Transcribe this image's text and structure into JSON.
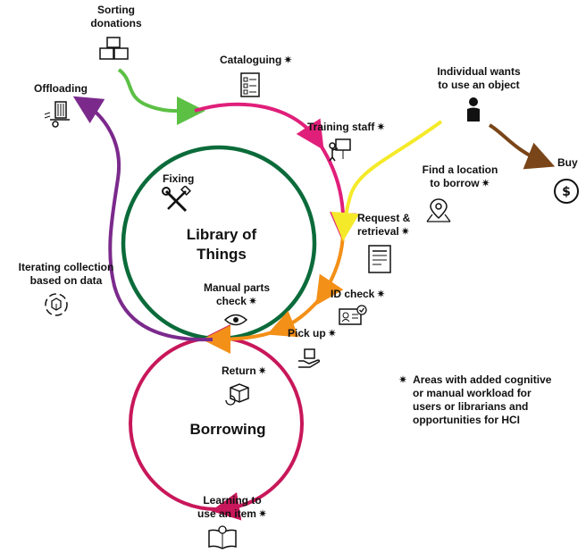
{
  "center_labels": {
    "library": [
      "Library of",
      "Things"
    ],
    "borrowing": "Borrowing"
  },
  "star_symbol": "✷",
  "nodes": {
    "sorting_donations": [
      "Sorting",
      "donations"
    ],
    "cataloguing": "Cataloguing",
    "offloading": "Offloading",
    "training_staff": "Training staff",
    "individual": [
      "Individual wants",
      "to use an object"
    ],
    "buy": "Buy",
    "find_location": [
      "Find a location",
      "to borrow"
    ],
    "fixing": "Fixing",
    "request_retrieval": [
      "Request &",
      "retrieval"
    ],
    "iterating": [
      "Iterating collection",
      "based on data"
    ],
    "manual_parts": [
      "Manual parts",
      "check"
    ],
    "id_check": "ID check",
    "pick_up": "Pick up",
    "return": "Return",
    "learning": [
      "Learning to",
      "use an item"
    ]
  },
  "legend": {
    "text": [
      "Areas with added cognitive",
      "or manual workload for",
      "users or librarians and",
      "opportunities for HCI"
    ]
  },
  "colors": {
    "green_dark": "#0b6b3a",
    "crimson": "#c8175a",
    "magenta": "#e01f7a",
    "orange": "#f39018",
    "purple": "#7b2a8c",
    "light_green": "#5cc045",
    "yellow": "#f5ea2a",
    "brown": "#7a4518"
  }
}
